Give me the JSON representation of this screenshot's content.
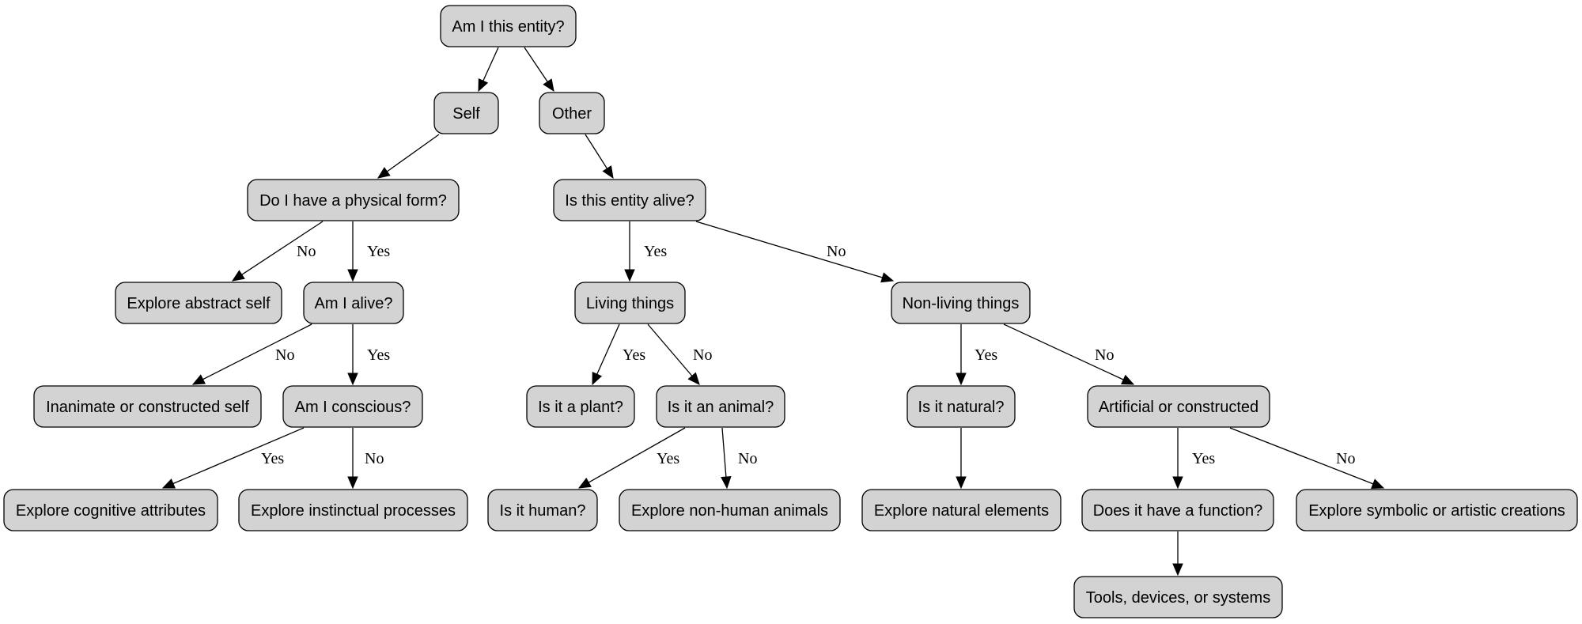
{
  "nodes": {
    "root": "Am I this entity?",
    "self": "Self",
    "other": "Other",
    "physical": "Do I have a physical form?",
    "alive_entity": "Is this entity alive?",
    "abstract": "Explore abstract self",
    "am_alive": "Am I alive?",
    "living": "Living things",
    "nonliving": "Non-living things",
    "inanimate": "Inanimate or constructed self",
    "conscious": "Am I conscious?",
    "plant": "Is it a plant?",
    "animal": "Is it an animal?",
    "natural": "Is it natural?",
    "artificial": "Artificial or constructed",
    "cognitive": "Explore cognitive attributes",
    "instinctual": "Explore instinctual processes",
    "human": "Is it human?",
    "nonhuman": "Explore non-human animals",
    "natural_elements": "Explore natural elements",
    "function": "Does it have a function?",
    "symbolic": "Explore symbolic or artistic creations",
    "tools": "Tools, devices, or systems"
  },
  "edges": [
    {
      "from": "root",
      "to": "self",
      "label": ""
    },
    {
      "from": "root",
      "to": "other",
      "label": ""
    },
    {
      "from": "self",
      "to": "physical",
      "label": ""
    },
    {
      "from": "other",
      "to": "alive_entity",
      "label": ""
    },
    {
      "from": "physical",
      "to": "abstract",
      "label": "No"
    },
    {
      "from": "physical",
      "to": "am_alive",
      "label": "Yes"
    },
    {
      "from": "alive_entity",
      "to": "living",
      "label": "Yes"
    },
    {
      "from": "alive_entity",
      "to": "nonliving",
      "label": "No"
    },
    {
      "from": "am_alive",
      "to": "inanimate",
      "label": "No"
    },
    {
      "from": "am_alive",
      "to": "conscious",
      "label": "Yes"
    },
    {
      "from": "living",
      "to": "plant",
      "label": "Yes"
    },
    {
      "from": "living",
      "to": "animal",
      "label": "No"
    },
    {
      "from": "nonliving",
      "to": "natural",
      "label": "Yes"
    },
    {
      "from": "nonliving",
      "to": "artificial",
      "label": "No"
    },
    {
      "from": "conscious",
      "to": "cognitive",
      "label": "Yes"
    },
    {
      "from": "conscious",
      "to": "instinctual",
      "label": "No"
    },
    {
      "from": "animal",
      "to": "human",
      "label": "Yes"
    },
    {
      "from": "animal",
      "to": "nonhuman",
      "label": "No"
    },
    {
      "from": "natural",
      "to": "natural_elements",
      "label": ""
    },
    {
      "from": "artificial",
      "to": "function",
      "label": "Yes"
    },
    {
      "from": "artificial",
      "to": "symbolic",
      "label": "No"
    },
    {
      "from": "function",
      "to": "tools",
      "label": ""
    }
  ],
  "colors": {
    "node_fill": "#d3d3d3",
    "node_stroke": "#000000",
    "edge": "#000000"
  }
}
